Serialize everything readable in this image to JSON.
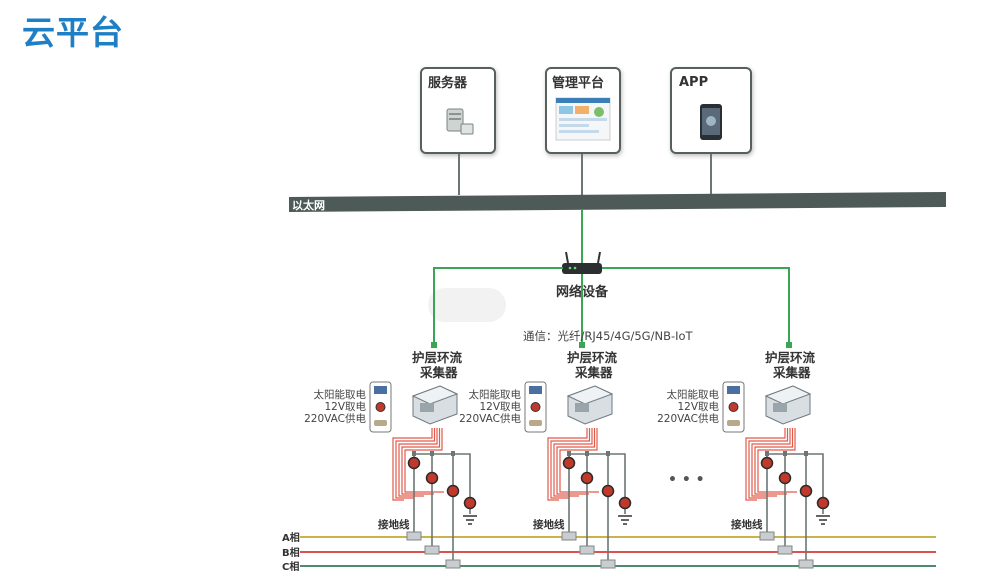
{
  "page": {
    "title": "云平台"
  },
  "cloud": {
    "server": "服务器",
    "platform": "管理平台",
    "app": "APP"
  },
  "network": {
    "ethernet": "以太网",
    "device": "网络设备",
    "comm": "通信：光纤/RJ45/4G/5G/NB-IoT"
  },
  "collector": {
    "name_line1": "护层环流",
    "name_line2": "采集器",
    "power": [
      "太阳能取电",
      "12V取电",
      "220VAC供电"
    ],
    "ground": "接地线",
    "ellipsis": "• • •"
  },
  "phases": [
    {
      "label": "A相",
      "color": "#c9b34a"
    },
    {
      "label": "B相",
      "color": "#d9534f"
    },
    {
      "label": "C相",
      "color": "#4e8a6e"
    }
  ],
  "colors": {
    "title": "#1f7fc4",
    "ethernet_bar": "#4d5a58",
    "green_link": "#3aa655",
    "red_wire": "#e05a4a",
    "gray_wire": "#6d7674"
  },
  "icons": [
    "server-icon",
    "dashboard-icon",
    "phone-icon",
    "router-icon",
    "solar-icon",
    "ct-icon",
    "plug-icon",
    "collector-box-icon",
    "ground-icon"
  ]
}
